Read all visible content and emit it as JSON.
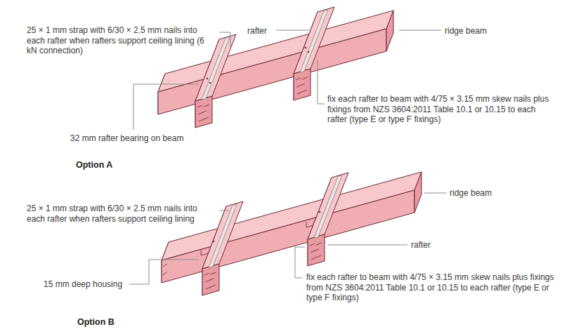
{
  "diagram": {
    "labels": [
      "25 × 1 mm strap with 6/30 × 2.5 mm nails into each rafter when rafters support ceiling lining (6 kN connection)",
      "rafter",
      "ridge beam",
      "32 mm rafter bearing on beam",
      "fix each rafter to beam with 4/75 × 3.15 mm skew nails plus fixings from NZS 3604:2011 Table 10.1 or 10.15 to each rafter (type E or type F fixings)",
      "Option A",
      "25 × 1 mm strap with 6/30 × 2.5 mm nails into each rafter when rafters support ceiling lining",
      "ridge beam",
      "rafter",
      "15 mm deep housing",
      "fix each rafter to beam with 4/75 × 3.15 mm skew nails plus fixings from NZS 3604:2011 Table 10.1 or 10.15 to each rafter (type E or type F fixings)",
      "Option B"
    ]
  }
}
